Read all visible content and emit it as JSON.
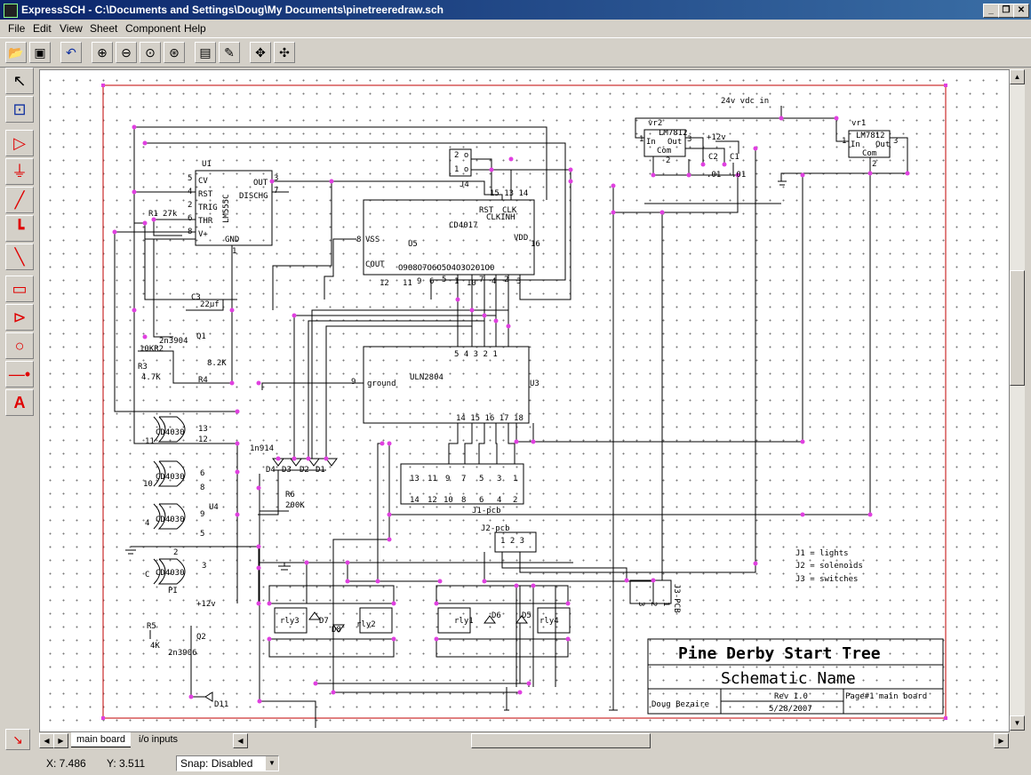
{
  "window": {
    "title": "ExpressSCH - C:\\Documents and Settings\\Doug\\My Documents\\pinetreeredraw.sch"
  },
  "menu": [
    "File",
    "Edit",
    "View",
    "Sheet",
    "Component",
    "Help"
  ],
  "toolbar_icons": [
    "open-icon",
    "save-icon",
    "undo-icon",
    "zoom-in-icon",
    "zoom-out-icon",
    "zoom-fit-icon",
    "zoom-area-icon",
    "properties-icon",
    "edit-icon",
    "move-icon",
    "rotate-icon"
  ],
  "tools": [
    "select-icon",
    "zoom-select-icon",
    "power-icon",
    "ground-icon",
    "wire-icon",
    "bus-icon",
    "bus-entry-icon",
    "component-icon",
    "port-icon",
    "circle-icon",
    "junction-icon",
    "text-icon"
  ],
  "schematic": {
    "title": "Pine Derby Start Tree",
    "name": "Schematic Name",
    "author": "Doug Bezaire",
    "rev": "Rev 1.0",
    "date": "5/28/2007",
    "page": "Page#1 main board",
    "supply": "24v vdc in",
    "legend": [
      "J1 = lights",
      "J2 = solenoids",
      "J3 = switches"
    ],
    "u1": {
      "ref": "U1",
      "part": "LM555C",
      "pins_left": [
        "CV",
        "RST",
        "TRIG",
        "THR",
        "V+"
      ],
      "pins_left_num": [
        "5",
        "4",
        "2",
        "6",
        "8"
      ],
      "pins_right": [
        "OUT",
        "DISCHG"
      ],
      "pins_right_num": [
        "3",
        "7"
      ],
      "gnd": "GND",
      "gnd_num": "1"
    },
    "u5": {
      "ref": "U5",
      "part": "CD4017",
      "rst": "RST",
      "clk": "CLK",
      "clkinh": "CLKINH",
      "vss": "VSS",
      "vdd": "VDD",
      "cout": "COUT",
      "outs": "O9O8O7O6O5O4O3O2O1O0",
      "top_nums": "15 13 14",
      "pin8": "8",
      "pin16": "16",
      "bot_nums": [
        "12",
        "11",
        "9",
        "6",
        "5",
        "1",
        "10",
        "7",
        "4",
        "2",
        "3"
      ]
    },
    "u3": {
      "ref": "U3",
      "part": "ULN2804",
      "ground": "ground",
      "pin9": "9",
      "top_nums": "5  4  3  2  1",
      "bot_nums": "14 15 16 17 18"
    },
    "j4": {
      "ref": "J4",
      "pins": [
        "2 o",
        "1 o"
      ]
    },
    "vr1": {
      "ref": "vr1",
      "part": "LM7812",
      "inp": "In",
      "out": "Out",
      "com": "Com",
      "n1": "1",
      "n2": "2",
      "n3": "3"
    },
    "vr2": {
      "ref": "vr2",
      "part": "LM7812",
      "inp": "In",
      "out": "Out",
      "com": "Com",
      "n1": "1",
      "n2": "2",
      "n3": "3"
    },
    "caps": {
      "c1": "C1",
      "c2": "C2",
      "c1v": ".01",
      "c2v": ".01",
      "c3": "C3",
      "c3v": "22uf",
      "plus12": "+12v"
    },
    "resistors": {
      "r1": "R1",
      "r1v": "27k",
      "r2": "10KR2",
      "r3": "R3",
      "r3v": "4.7K",
      "r4": "R4",
      "r4v": "8.2K",
      "r5": "R5",
      "r5v": "4K",
      "r6": "R6",
      "r6v": "200K"
    },
    "transistors": {
      "q1": "Q1",
      "q1v": "2n3904",
      "q2": "Q2",
      "q2v": "2n3906"
    },
    "xor": [
      {
        "ref": "CD4030",
        "a": "11",
        "b": "13",
        "n": "12"
      },
      {
        "ref": "CD4030",
        "a": "10",
        "b": "6",
        "n": "8"
      },
      {
        "ref": "CD4030",
        "a": "4",
        "b": "9",
        "n": "5"
      },
      {
        "ref": "CD4030",
        "a": "C",
        "b": "3",
        "n": "2",
        "pd": "PI"
      }
    ],
    "u4": "U4",
    "diodes": {
      "d1": "D1",
      "d2": "D2",
      "d3": "D3",
      "d4": "D4",
      "d5": "D5",
      "d6": "D6",
      "d7": "D7",
      "d8": "D8",
      "d11": "D11",
      "part": "1n914"
    },
    "relays": [
      "rly3",
      "rly2",
      "rly1",
      "rly4"
    ],
    "j1": {
      "ref": "J1-pcb",
      "top": [
        "13",
        "11",
        "9",
        "7",
        "5",
        "3",
        "1"
      ],
      "bot": [
        "14",
        "12",
        "10",
        "8",
        "6",
        "4",
        "2"
      ]
    },
    "j2": {
      "ref": "J2-pcb",
      "pins": "1 2 3"
    },
    "j3": {
      "ref": "J3-PCB",
      "pins": [
        "3",
        "2",
        "1"
      ]
    },
    "plus12b": "+12v"
  },
  "tabs": [
    "main board",
    "i/o inputs"
  ],
  "status": {
    "x": "X: 7.486",
    "y": "Y: 3.511",
    "snap": "Snap: Disabled"
  }
}
